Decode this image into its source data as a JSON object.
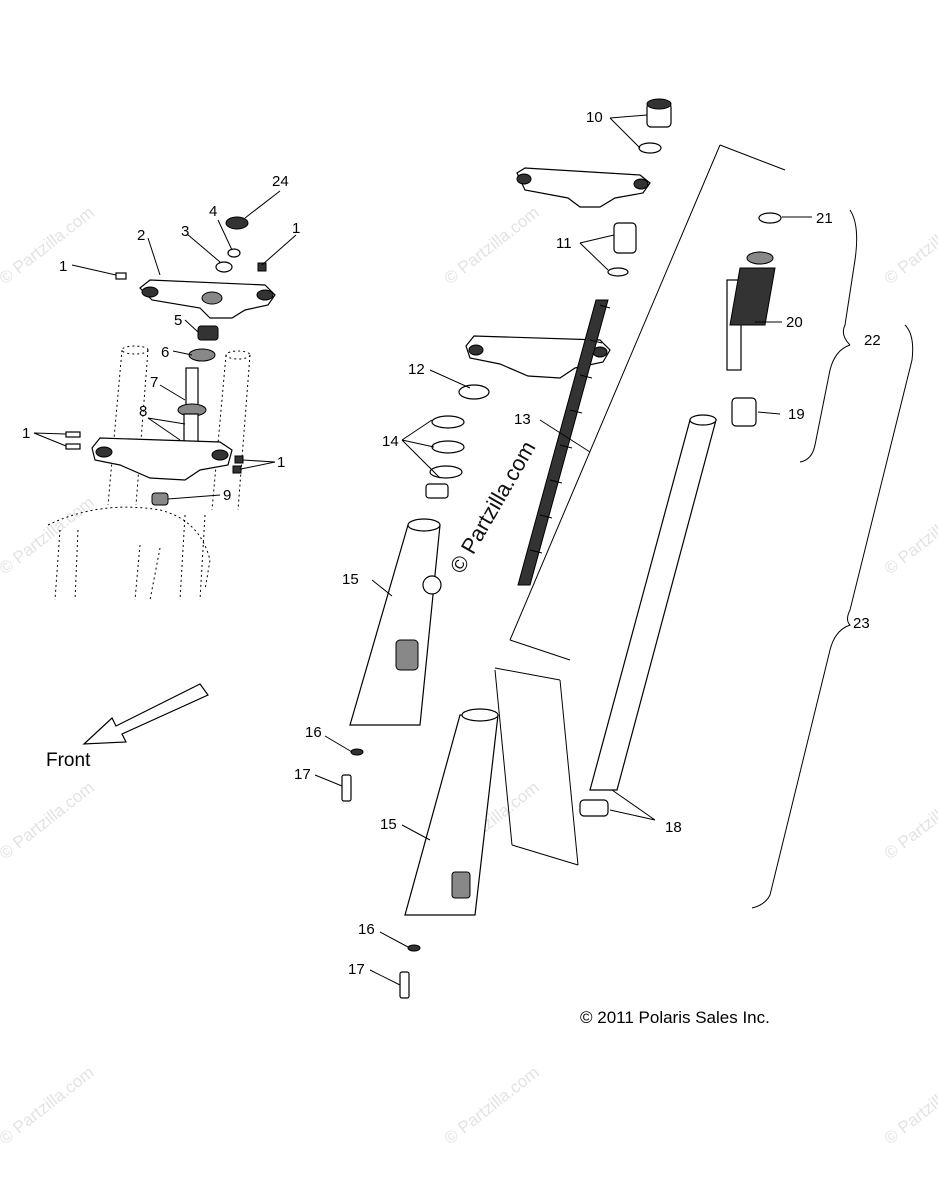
{
  "callouts": {
    "c1a": "1",
    "c1b": "1",
    "c1c": "1",
    "c1d": "1",
    "c2": "2",
    "c3": "3",
    "c4": "4",
    "c5": "5",
    "c6": "6",
    "c7": "7",
    "c8": "8",
    "c9": "9",
    "c10": "10",
    "c11": "11",
    "c12": "12",
    "c13": "13",
    "c14": "14",
    "c15a": "15",
    "c15b": "15",
    "c16a": "16",
    "c16b": "16",
    "c17a": "17",
    "c17b": "17",
    "c18": "18",
    "c19": "19",
    "c20": "20",
    "c21": "21",
    "c22": "22",
    "c23": "23",
    "c24": "24"
  },
  "front_label": "Front",
  "copyright": "© 2011 Polaris Sales Inc.",
  "watermark": "© Partzilla.com",
  "colors": {
    "ink": "#000000",
    "watermark": "#e3e3e3",
    "background": "#ffffff"
  }
}
